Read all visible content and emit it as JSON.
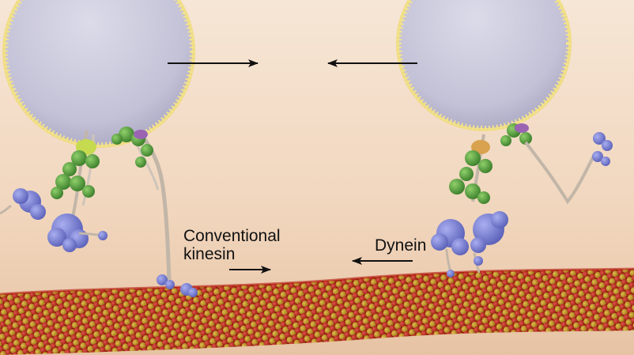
{
  "labels": {
    "kinesin_line1": "Conventional",
    "kinesin_line2": "kinesin",
    "dynein": "Dynein"
  },
  "colors": {
    "background_light": "#f6e3d1",
    "background_dark": "#e6c5a8",
    "vesicle": "#c9c7da",
    "vesicle_membrane": "#f2e08a",
    "microtubule_red": "#b51d12",
    "microtubule_gold": "#c99a1e",
    "stalk": "#c7bcb0",
    "head_blue": "#7f86d8",
    "adaptor_green": "#4f9a3c",
    "arrow": "#111111"
  },
  "icons": {
    "left_vesicle": "vesicle",
    "right_vesicle": "vesicle",
    "microtubule": "microtubule-filament",
    "kinesin_motor": "kinesin-motor-protein",
    "dynein_motor": "dynein-motor-protein"
  }
}
